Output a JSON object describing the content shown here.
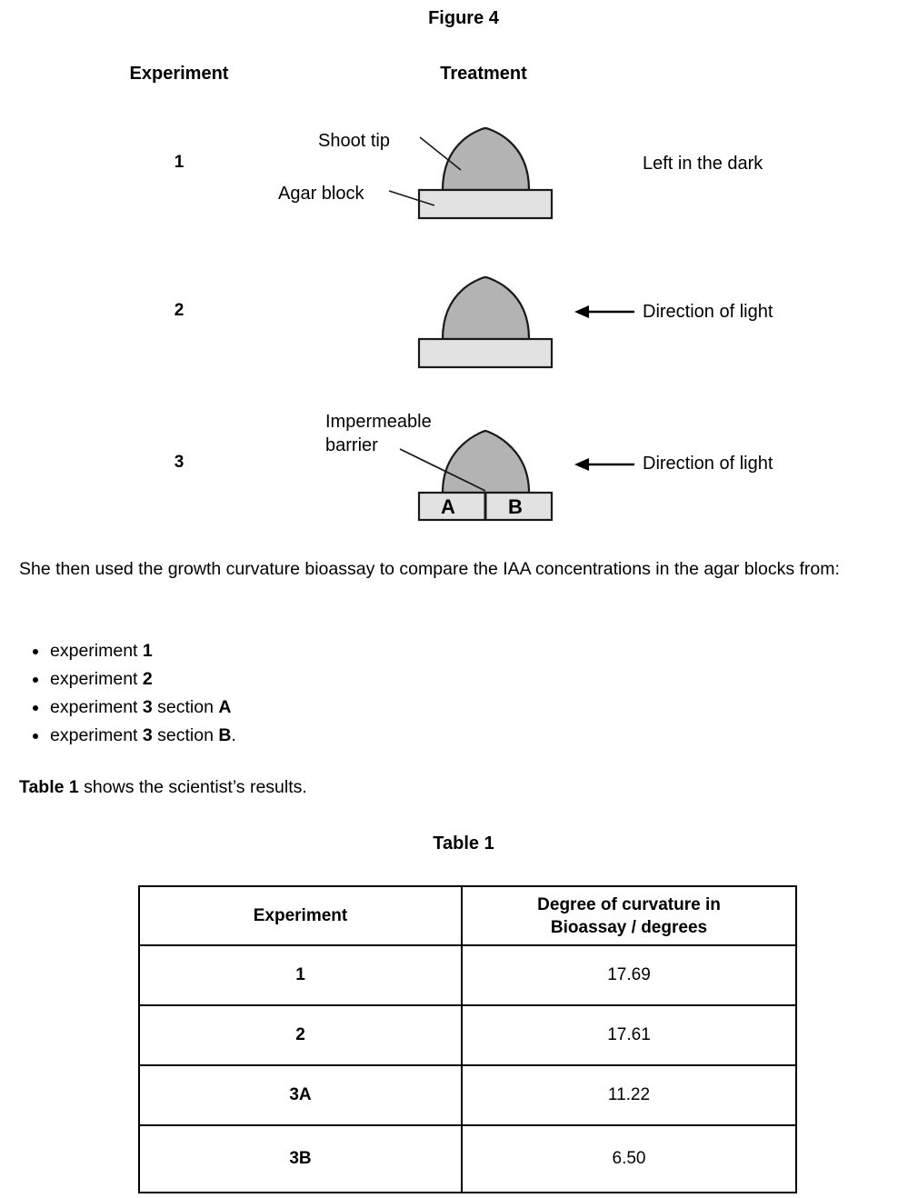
{
  "figure": {
    "title": "Figure 4",
    "column_headers": {
      "experiment": "Experiment",
      "treatment": "Treatment"
    },
    "experiments": [
      {
        "number": "1",
        "treatment": "Left in the dark",
        "has_light_arrow": false,
        "split_block": false
      },
      {
        "number": "2",
        "treatment": "Direction of light",
        "has_light_arrow": true,
        "split_block": false
      },
      {
        "number": "3",
        "treatment": "Direction of light",
        "has_light_arrow": true,
        "split_block": true
      }
    ],
    "callouts": {
      "shoot_tip": "Shoot tip",
      "agar_block": "Agar block",
      "impermeable_barrier_line1": "Impermeable",
      "impermeable_barrier_line2": "barrier"
    },
    "section_letters": {
      "a": "A",
      "b": "B"
    },
    "colors": {
      "shoot_tip_fill": "#b3b3b3",
      "agar_block_fill": "#e2e2e2",
      "outline": "#1a1a1a"
    }
  },
  "body": {
    "paragraph": "She then used the growth curvature bioassay to compare the IAA concentrations in the agar blocks from:",
    "bullets": [
      {
        "lead": "experiment ",
        "bold1": "1",
        "tail": ""
      },
      {
        "lead": "experiment ",
        "bold1": "2",
        "tail": ""
      },
      {
        "lead": "experiment ",
        "bold1": "3",
        "mid": " section ",
        "bold2": "A",
        "tail": ""
      },
      {
        "lead": "experiment ",
        "bold1": "3",
        "mid": " section ",
        "bold2": "B",
        "tail": "."
      }
    ],
    "table_intro_bold": "Table 1",
    "table_intro_rest": " shows the scientist’s results."
  },
  "table": {
    "title": "Table 1",
    "headers": {
      "col1": "Experiment",
      "col2_line1": "Degree of curvature in",
      "col2_line2": "Bioassay / degrees"
    },
    "rows": [
      {
        "experiment": "1",
        "curvature": "17.69"
      },
      {
        "experiment": "2",
        "curvature": "17.61"
      },
      {
        "experiment": "3A",
        "curvature": "11.22"
      },
      {
        "experiment": "3B",
        "curvature": "6.50"
      }
    ]
  },
  "chart_data": {
    "type": "table",
    "title": "Table 1",
    "columns": [
      "Experiment",
      "Degree of curvature in Bioassay / degrees"
    ],
    "categories": [
      "1",
      "2",
      "3A",
      "3B"
    ],
    "values": [
      17.69,
      17.61,
      11.22,
      6.5
    ],
    "xlabel": "Experiment",
    "ylabel": "Degree of curvature in Bioassay / degrees"
  }
}
